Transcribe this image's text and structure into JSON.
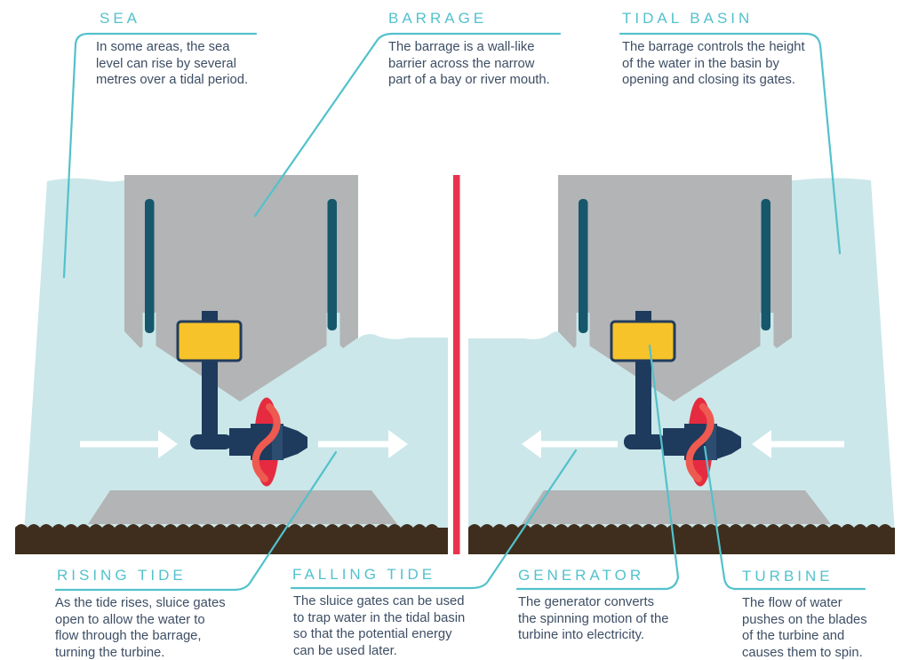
{
  "labels": {
    "sea": {
      "title": "SEA",
      "body": "In some areas, the sea\nlevel can rise by several\nmetres over a tidal period."
    },
    "barrage": {
      "title": "BARRAGE",
      "body": "The barrage is a wall-like\nbarrier across the narrow\npart of a bay or river mouth."
    },
    "tidal_basin": {
      "title": "TIDAL BASIN",
      "body": "The barrage controls the height\nof the water in the basin by\nopening and closing its gates."
    },
    "rising_tide": {
      "title": "RISING TIDE",
      "body": "As the tide rises, sluice gates\nopen to allow the water to\nflow through the barrage,\nturning the turbine."
    },
    "falling_tide": {
      "title": "FALLING TIDE",
      "body": "The sluice gates can be used\nto trap water in the tidal basin\nso that the potential energy\ncan be used later."
    },
    "generator": {
      "title": "GENERATOR",
      "body": "The generator converts\nthe spinning motion of the\nturbine into electricity."
    },
    "turbine": {
      "title": "TURBINE",
      "body": "The flow of water\npushes on the blades\nof the turbine and\ncauses them to spin."
    }
  },
  "colors": {
    "heading_teal": "#53c1cc",
    "leader_line_teal": "#53c1cc",
    "body_text": "#3d4e64",
    "water": "#cbe7e9",
    "structure_gray": "#b2b4b6",
    "sluice_gate_teal": "#16576c",
    "machine_navy": "#1e3a5c",
    "hub_band_navy": "#2c4d70",
    "generator_yellow": "#f6c32a",
    "turbine_disc_red": "#e62b41",
    "blade_salmon": "#ee5a50",
    "seabed_brown": "#3f2e1d",
    "divider_red": "#e8324e",
    "flow_arrow_white": "#ffffff"
  }
}
